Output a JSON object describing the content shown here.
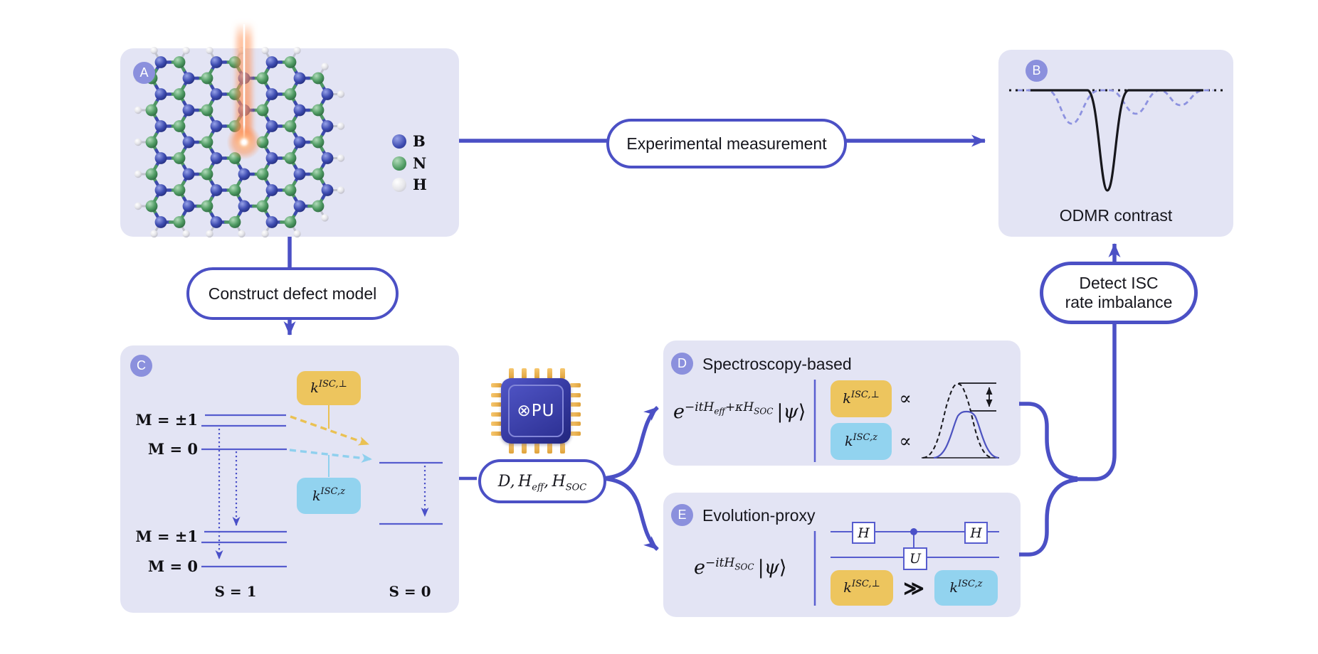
{
  "figure": {
    "panel_a": {
      "badge": "A",
      "legend": [
        {
          "label": "B",
          "color": "#3d4cb0"
        },
        {
          "label": "N",
          "color": "#4f9b63"
        },
        {
          "label": "H",
          "color": "#e9e9ee"
        }
      ]
    },
    "panel_b": {
      "badge": "B",
      "caption": "ODMR contrast"
    },
    "panel_c": {
      "badge": "C",
      "excited_m_pm1": "M = ±1",
      "excited_m_0": "M = 0",
      "ground_m_pm1": "M = ±1",
      "ground_m_0": "M = 0",
      "s1": "S = 1",
      "s0": "S = 0",
      "k_perp": {
        "base": "k",
        "sup": "ISC,⊥"
      },
      "k_z": {
        "base": "k",
        "sup": "ISC,z"
      }
    },
    "panel_d": {
      "badge": "D",
      "title": "Spectroscopy-based",
      "formula": {
        "base": "e",
        "exp_a": "−itH",
        "exp_a_sub": "eff",
        "exp_b": "+κH",
        "exp_b_sub": "SOC",
        "ket_open": "|",
        "ket_psi": "ψ",
        "ket_close": "⟩"
      },
      "k_perp": {
        "base": "k",
        "sup": "ISC,⊥"
      },
      "k_z": {
        "base": "k",
        "sup": "ISC,z"
      },
      "prop": "∝"
    },
    "panel_e": {
      "badge": "E",
      "title": "Evolution-proxy",
      "formula": {
        "base": "e",
        "exp_a": "−itH",
        "exp_a_sub": "SOC",
        "ket_open": "|",
        "ket_psi": "ψ",
        "ket_close": "⟩"
      },
      "gate_h1": "H",
      "gate_h2": "H",
      "gate_u": "U",
      "k_perp": {
        "base": "k",
        "sup": "ISC,⊥"
      },
      "k_z": {
        "base": "k",
        "sup": "ISC,z"
      },
      "much_greater": "≫"
    },
    "connector_ab": "Experimental measurement",
    "connector_ac": "Construct defect model",
    "connector_detect": {
      "line1": "Detect ISC",
      "line2": "rate imbalance"
    },
    "qpu": {
      "display": "⊗PU"
    },
    "hamiltonian": {
      "d": "D,",
      "h1": "H",
      "h1_sub": "eff",
      "comma": ",",
      "h2": "H",
      "h2_sub": "SOC"
    }
  },
  "colors": {
    "panel_bg": "#e3e4f4",
    "accent_indigo": "#4b50c5",
    "badge": "#8b90dd",
    "level_line": "#565cce",
    "dashed_curve": "#8d92e0",
    "rate_yellow": "#edc55e",
    "rate_blue": "#92d3ef",
    "atom_b": "#3d4cb0",
    "atom_n": "#4f9b63",
    "atom_h": "#e9e9ee",
    "laser": "#ff9663",
    "text_dark": "#16161d"
  }
}
